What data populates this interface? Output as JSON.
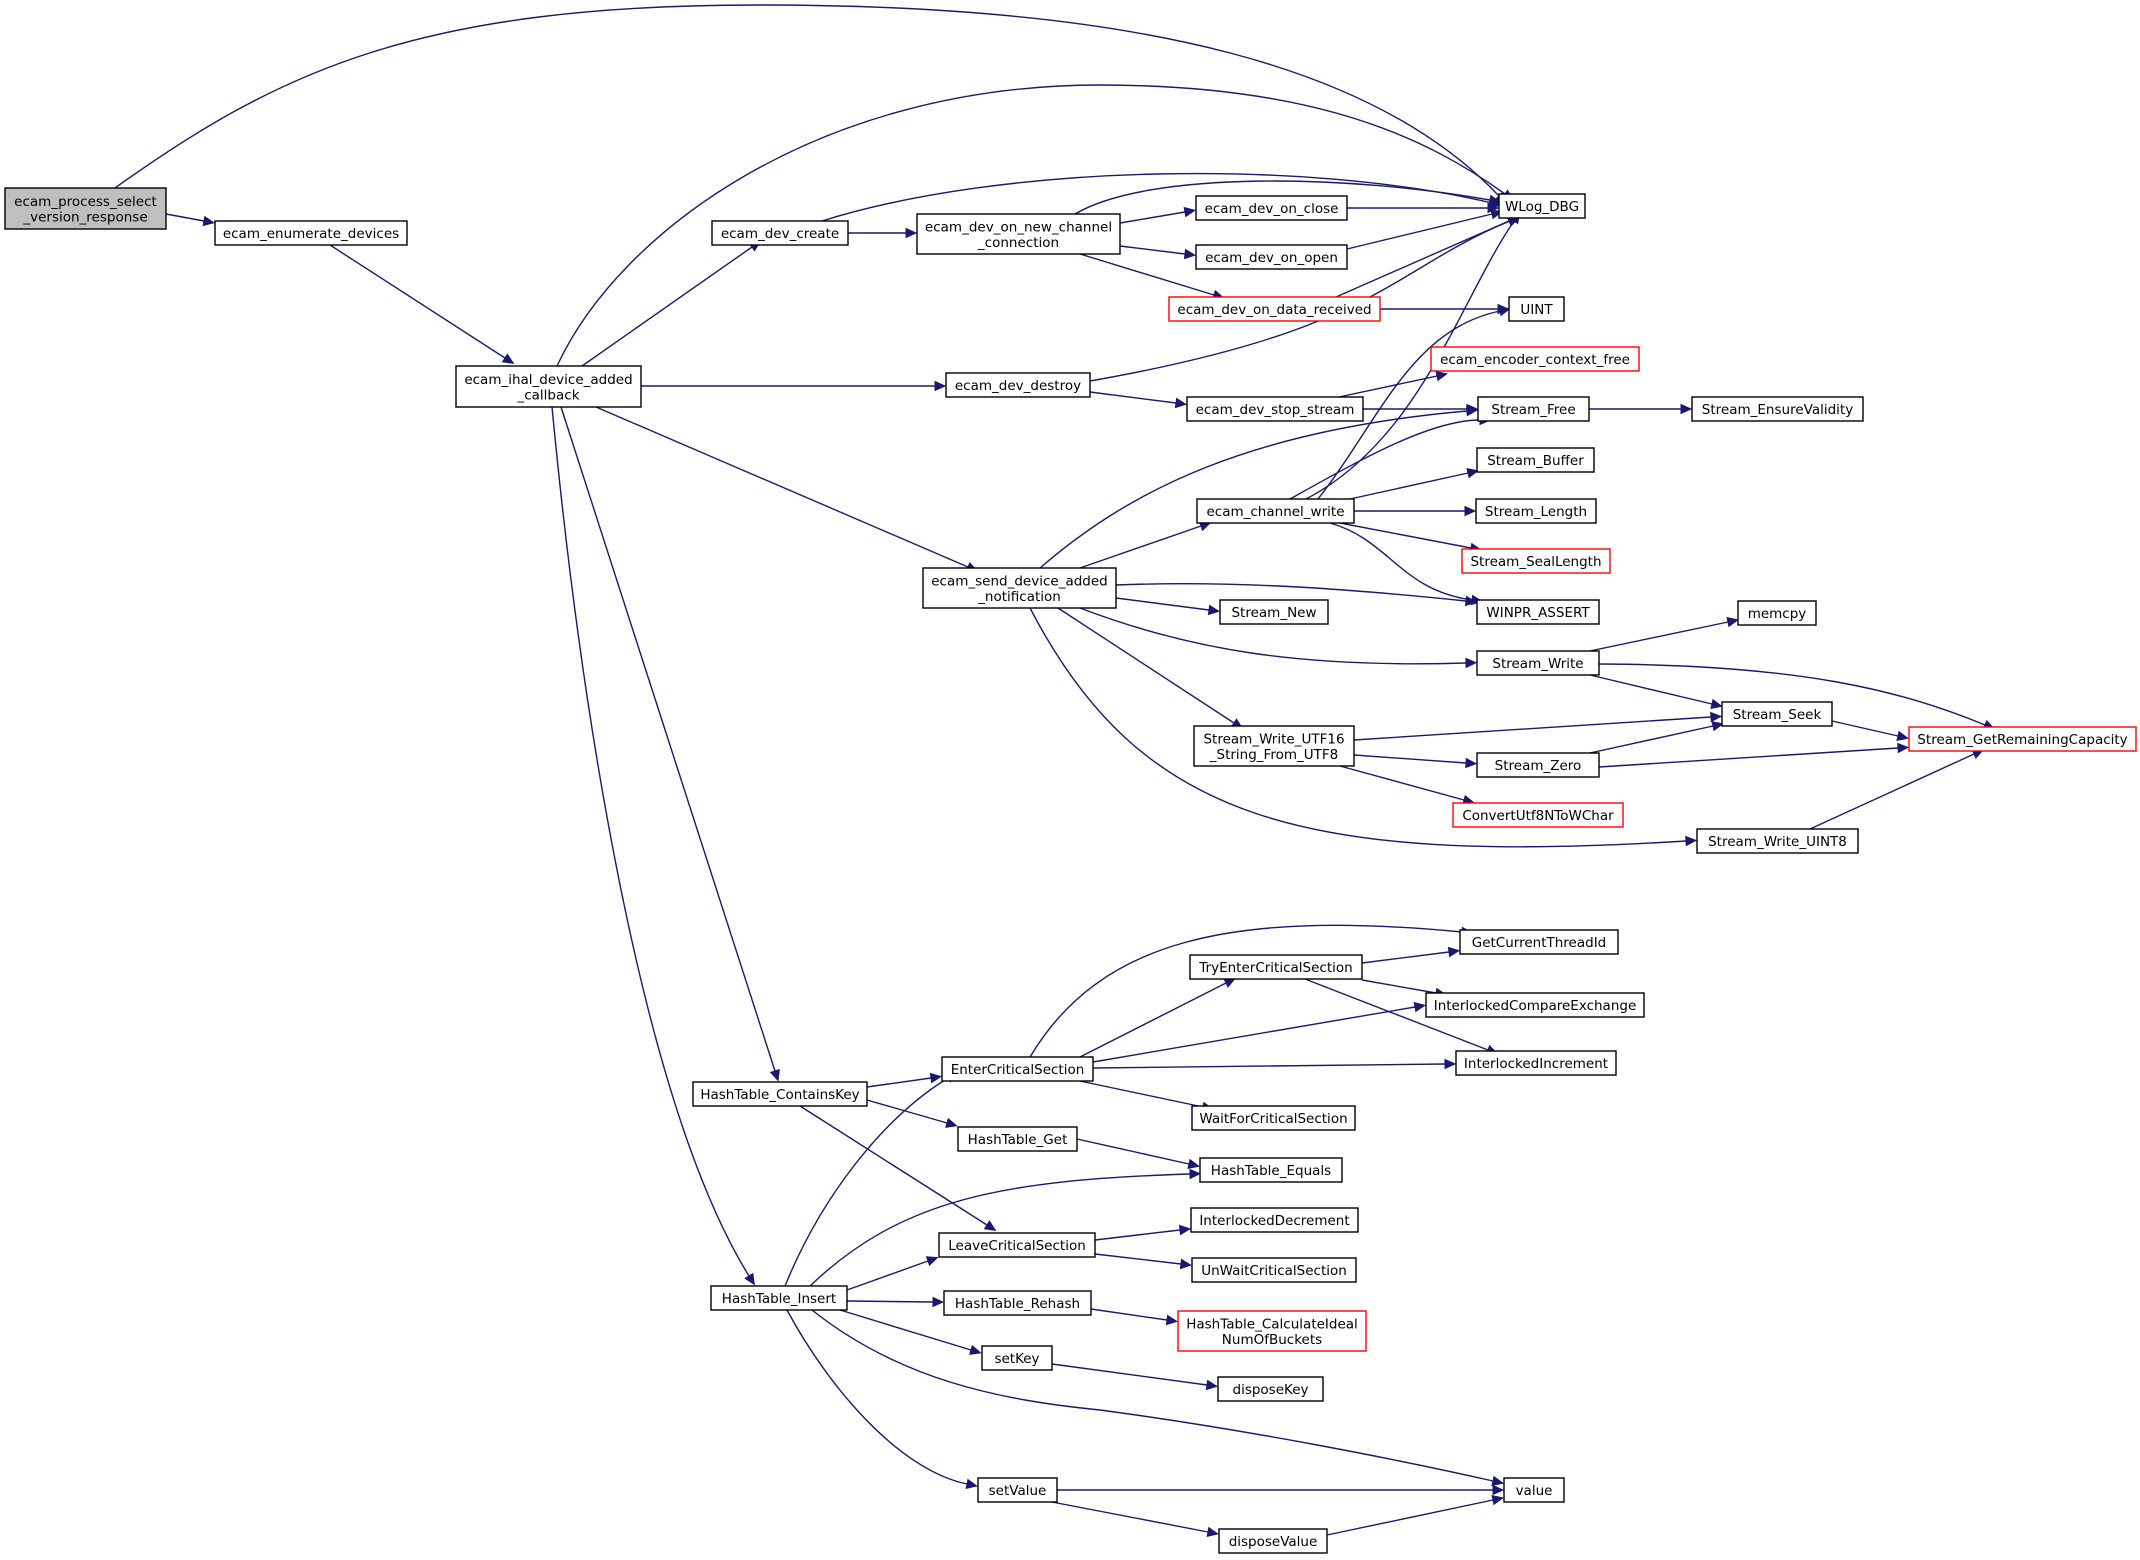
{
  "colors": {
    "edge": "#191970",
    "root_fill": "#bfbfbf",
    "truncated_border": "#ff0000",
    "node_border": "#000000"
  },
  "nodes": {
    "root": {
      "lines": [
        "ecam_process_select",
        "_version_response"
      ]
    },
    "enum": {
      "lines": [
        "ecam_enumerate_devices"
      ]
    },
    "ihal": {
      "lines": [
        "ecam_ihal_device_added",
        "_callback"
      ]
    },
    "devcreate": {
      "lines": [
        "ecam_dev_create"
      ]
    },
    "newch": {
      "lines": [
        "ecam_dev_on_new_channel",
        "_connection"
      ]
    },
    "onclose": {
      "lines": [
        "ecam_dev_on_close"
      ]
    },
    "onopen": {
      "lines": [
        "ecam_dev_on_open"
      ]
    },
    "ondata": {
      "lines": [
        "ecam_dev_on_data_received"
      ]
    },
    "wlog": {
      "lines": [
        "WLog_DBG"
      ]
    },
    "uint": {
      "lines": [
        "UINT"
      ]
    },
    "encfree": {
      "lines": [
        "ecam_encoder_context_free"
      ]
    },
    "devdestroy": {
      "lines": [
        "ecam_dev_destroy"
      ]
    },
    "stopstream": {
      "lines": [
        "ecam_dev_stop_stream"
      ]
    },
    "sfree": {
      "lines": [
        "Stream_Free"
      ]
    },
    "sensure": {
      "lines": [
        "Stream_EnsureValidity"
      ]
    },
    "sbuffer": {
      "lines": [
        "Stream_Buffer"
      ]
    },
    "chwrite": {
      "lines": [
        "ecam_channel_write"
      ]
    },
    "slength": {
      "lines": [
        "Stream_Length"
      ]
    },
    "sseal": {
      "lines": [
        "Stream_SealLength"
      ]
    },
    "sendnotif": {
      "lines": [
        "ecam_send_device_added",
        "_notification"
      ]
    },
    "assert": {
      "lines": [
        "WINPR_ASSERT"
      ]
    },
    "snew": {
      "lines": [
        "Stream_New"
      ]
    },
    "memcpy": {
      "lines": [
        "memcpy"
      ]
    },
    "swrite": {
      "lines": [
        "Stream_Write"
      ]
    },
    "sseek": {
      "lines": [
        "Stream_Seek"
      ]
    },
    "sgetrem": {
      "lines": [
        "Stream_GetRemainingCapacity"
      ]
    },
    "sutf16": {
      "lines": [
        "Stream_Write_UTF16",
        "_String_From_UTF8"
      ]
    },
    "szero": {
      "lines": [
        "Stream_Zero"
      ]
    },
    "conv": {
      "lines": [
        "ConvertUtf8NToWChar"
      ]
    },
    "suint8": {
      "lines": [
        "Stream_Write_UINT8"
      ]
    },
    "gettid": {
      "lines": [
        "GetCurrentThreadId"
      ]
    },
    "tryenter": {
      "lines": [
        "TryEnterCriticalSection"
      ]
    },
    "icmpx": {
      "lines": [
        "InterlockedCompareExchange"
      ]
    },
    "enter": {
      "lines": [
        "EnterCriticalSection"
      ]
    },
    "iinc": {
      "lines": [
        "InterlockedIncrement"
      ]
    },
    "hcontains": {
      "lines": [
        "HashTable_ContainsKey"
      ]
    },
    "waitfor": {
      "lines": [
        "WaitForCriticalSection"
      ]
    },
    "hget": {
      "lines": [
        "HashTable_Get"
      ]
    },
    "hequals": {
      "lines": [
        "HashTable_Equals"
      ]
    },
    "idec": {
      "lines": [
        "InterlockedDecrement"
      ]
    },
    "leave": {
      "lines": [
        "LeaveCriticalSection"
      ]
    },
    "unwait": {
      "lines": [
        "UnWaitCriticalSection"
      ]
    },
    "hinsert": {
      "lines": [
        "HashTable_Insert"
      ]
    },
    "hrehash": {
      "lines": [
        "HashTable_Rehash"
      ]
    },
    "hcalc": {
      "lines": [
        "HashTable_CalculateIdeal",
        "NumOfBuckets"
      ]
    },
    "setkey": {
      "lines": [
        "setKey"
      ]
    },
    "disposekey": {
      "lines": [
        "disposeKey"
      ]
    },
    "setvalue": {
      "lines": [
        "setValue"
      ]
    },
    "value": {
      "lines": [
        "value"
      ]
    },
    "disposevalue": {
      "lines": [
        "disposeValue"
      ]
    }
  }
}
